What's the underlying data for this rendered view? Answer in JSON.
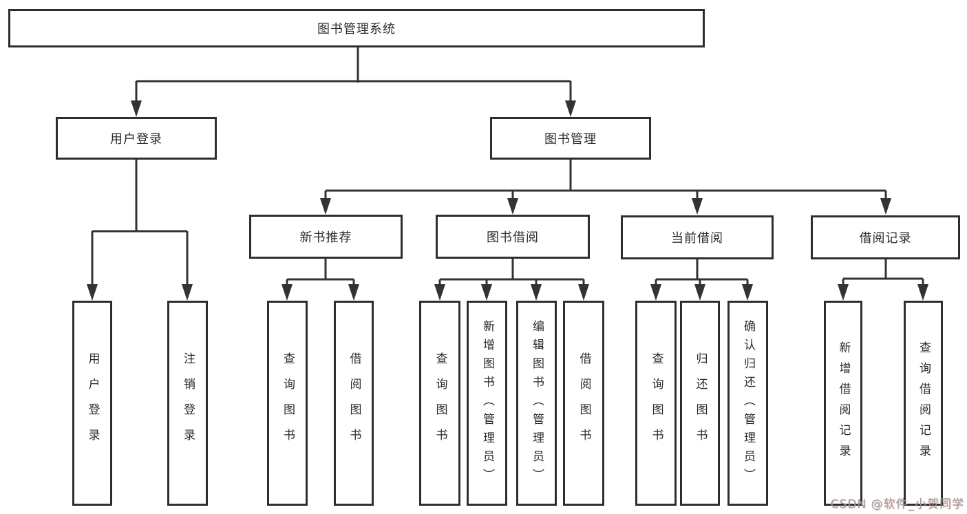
{
  "title": "图书管理系统",
  "watermark": "CSDN @软件_小贺同学",
  "colors": {
    "line": "#333333",
    "box_border": "#2e2e2e",
    "text": "#2b2b2e",
    "watermark": "#9b9b9b"
  },
  "tree": {
    "label": "图书管理系统",
    "children": [
      {
        "label": "用户登录",
        "children": [
          {
            "label": "用户登录"
          },
          {
            "label": "注销登录"
          }
        ]
      },
      {
        "label": "图书管理",
        "children": [
          {
            "label": "新书推荐",
            "children": [
              {
                "label": "查询图书"
              },
              {
                "label": "借阅图书"
              }
            ]
          },
          {
            "label": "图书借阅",
            "children": [
              {
                "label": "查询图书"
              },
              {
                "label": "新增图书（管理员）"
              },
              {
                "label": "编辑图书（管理员）"
              },
              {
                "label": "借阅图书"
              }
            ]
          },
          {
            "label": "当前借阅",
            "children": [
              {
                "label": "查询图书"
              },
              {
                "label": "归还图书"
              },
              {
                "label": "确认归还（管理员）"
              }
            ]
          },
          {
            "label": "借阅记录",
            "children": [
              {
                "label": "新增借阅记录"
              },
              {
                "label": "查询借阅记录"
              }
            ]
          }
        ]
      }
    ]
  }
}
